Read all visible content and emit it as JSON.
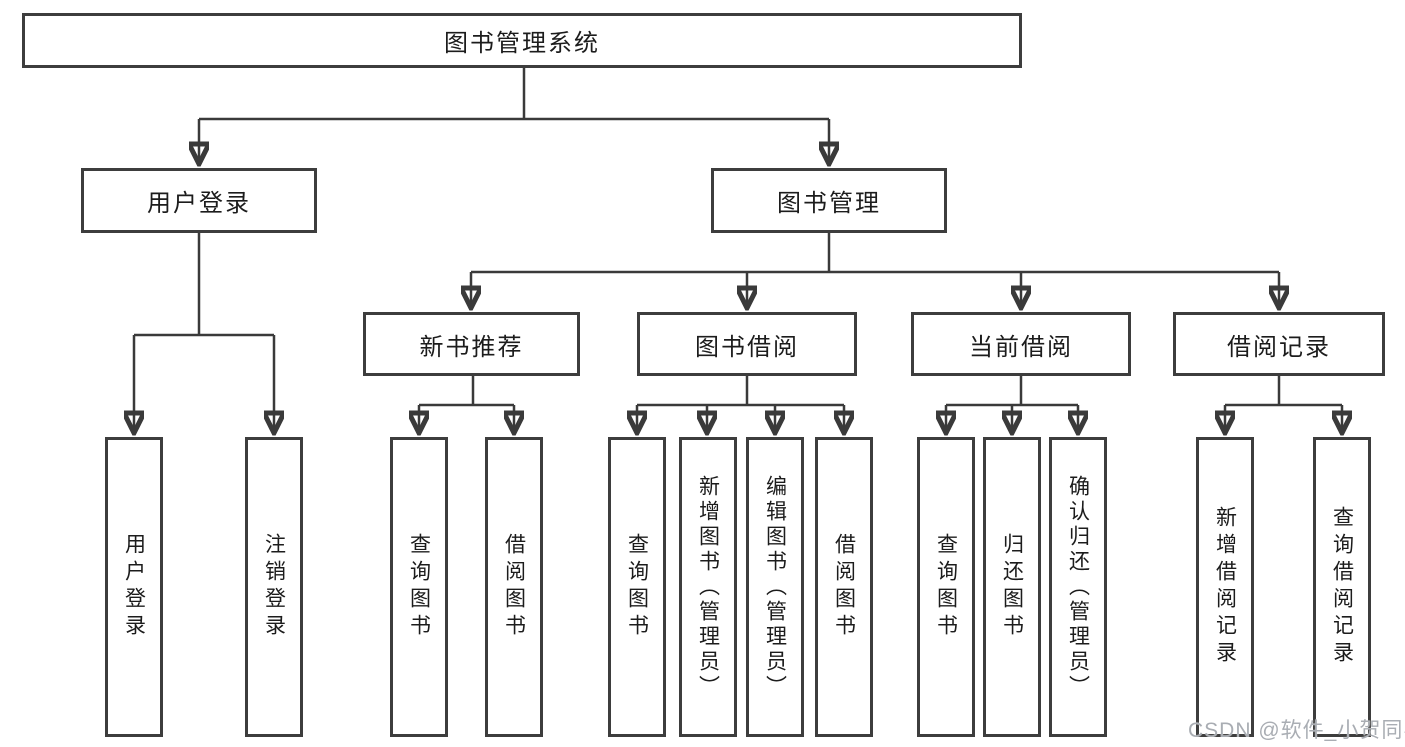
{
  "diagram": {
    "root": {
      "label": "图书管理系统"
    },
    "level2": [
      {
        "label": "用户登录"
      },
      {
        "label": "图书管理"
      }
    ],
    "level3": [
      {
        "label": "新书推荐"
      },
      {
        "label": "图书借阅"
      },
      {
        "label": "当前借阅"
      },
      {
        "label": "借阅记录"
      }
    ],
    "leaves": [
      {
        "label": "用户登录"
      },
      {
        "label": "注销登录"
      },
      {
        "label": "查询图书"
      },
      {
        "label": "借阅图书"
      },
      {
        "label": "查询图书"
      },
      {
        "label": "新增图书（管理员）"
      },
      {
        "label": "编辑图书（管理员）"
      },
      {
        "label": "借阅图书"
      },
      {
        "label": "查询图书"
      },
      {
        "label": "归还图书"
      },
      {
        "label": "确认归还（管理员）"
      },
      {
        "label": "新增借阅记录"
      },
      {
        "label": "查询借阅记录"
      }
    ],
    "watermark": "CSDN @软件_小贺同学",
    "colors": {
      "line": "#3a3a3a",
      "box_border": "#3d3d3d",
      "box_fill": "#ffffff",
      "text": "#1c1c1c",
      "watermark": "#a9adb3",
      "background": "#ffffff"
    }
  }
}
